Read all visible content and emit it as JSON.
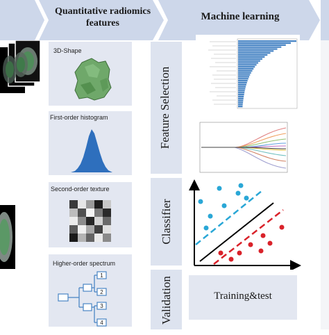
{
  "header": {
    "features_title": "Quantitative radiomics features",
    "ml_title": "Machine learning"
  },
  "features": {
    "shape_label": "3D-Shape",
    "histogram_label": "First-order histogram",
    "texture_label": "Second-order texture",
    "spectrum_label": "Higher-order spectrum",
    "spectrum_nodes": [
      "1",
      "2",
      "3",
      "4"
    ]
  },
  "ml": {
    "feature_selection_label": "Feature Selection",
    "classifier_label": "Classifier",
    "validation_label": "Validation",
    "training_label": "Training&test"
  },
  "colors": {
    "header_arrow": "#cdd7ea",
    "panel_bg": "#e3e7f1",
    "shape_green": "#6fa86a",
    "histogram_blue": "#2e6fbd",
    "bar_blue": "#4a86c5",
    "classifier_cyan": "#2aa7d6",
    "classifier_red": "#d9222a"
  }
}
